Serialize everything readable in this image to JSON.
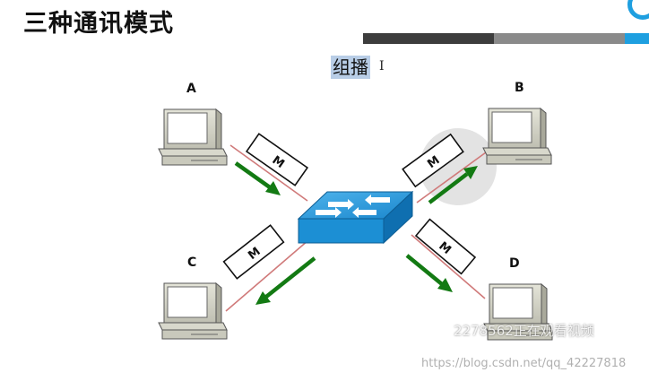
{
  "page": {
    "title": "三种通讯模式",
    "subtitle": "组播",
    "cursor": "I"
  },
  "nodes": {
    "a": "A",
    "b": "B",
    "c": "C",
    "d": "D"
  },
  "packets": {
    "label": "M"
  },
  "icons": {
    "computer": "computer-icon",
    "switch": "network-switch-icon",
    "arrow": "arrow-icon",
    "logo": "logo-icon"
  },
  "colors": {
    "arrow": "#137a13",
    "link": "#d07a7a",
    "switch": "#1c8fd4",
    "bar_dark": "#3d3d3d",
    "bar_gray": "#8a8a8a",
    "accent": "#1e9fe0"
  },
  "watermarks": {
    "viewer": "2278562正在观看视频",
    "url": "https://blog.csdn.net/qq_42227818"
  }
}
